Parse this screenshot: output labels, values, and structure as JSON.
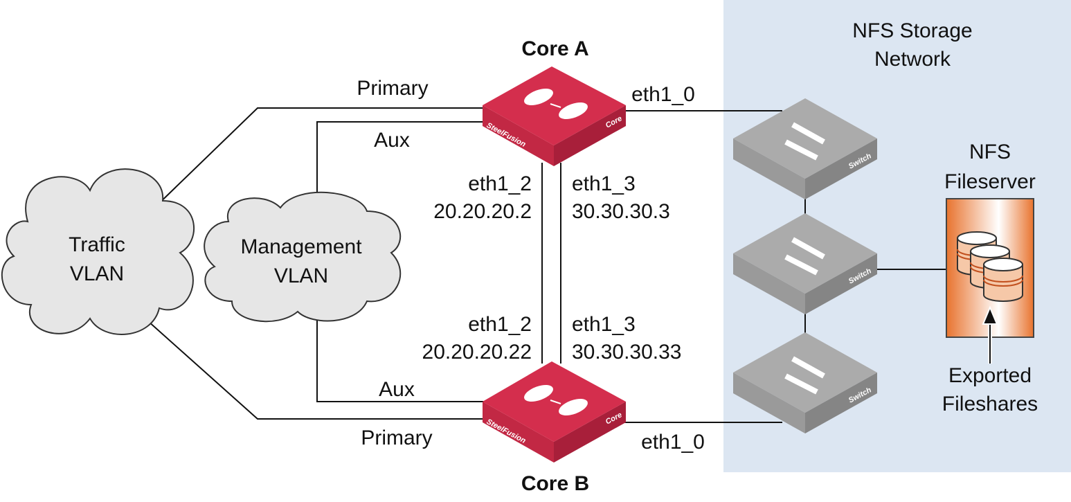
{
  "colors": {
    "storage_panel": "#dce6f2",
    "core_device": "#cc2a48",
    "switch": "#a3a3a3",
    "fileserver": "#e8732e"
  },
  "storage": {
    "title_line1": "NFS Storage",
    "title_line2": "Network"
  },
  "clouds": {
    "traffic": {
      "line1": "Traffic",
      "line2": "VLAN"
    },
    "management": {
      "line1": "Management",
      "line2": "VLAN"
    }
  },
  "core_a": {
    "title": "Core A",
    "brand": "SteelFusion",
    "model": "Core",
    "primary": "Primary",
    "aux": "Aux",
    "eth1_0": "eth1_0",
    "eth1_2": "eth1_2",
    "eth1_2_ip": "20.20.20.2",
    "eth1_3": "eth1_3",
    "eth1_3_ip": "30.30.30.3"
  },
  "core_b": {
    "title": "Core B",
    "brand": "SteelFusion",
    "model": "Core",
    "primary": "Primary",
    "aux": "Aux",
    "eth1_0": "eth1_0",
    "eth1_2": "eth1_2",
    "eth1_2_ip": "20.20.20.22",
    "eth1_3": "eth1_3",
    "eth1_3_ip": "30.30.30.33"
  },
  "switch_label": "Switch",
  "fileserver": {
    "title_line1": "NFS",
    "title_line2": "Fileserver",
    "caption_line1": "Exported",
    "caption_line2": "Fileshares"
  }
}
